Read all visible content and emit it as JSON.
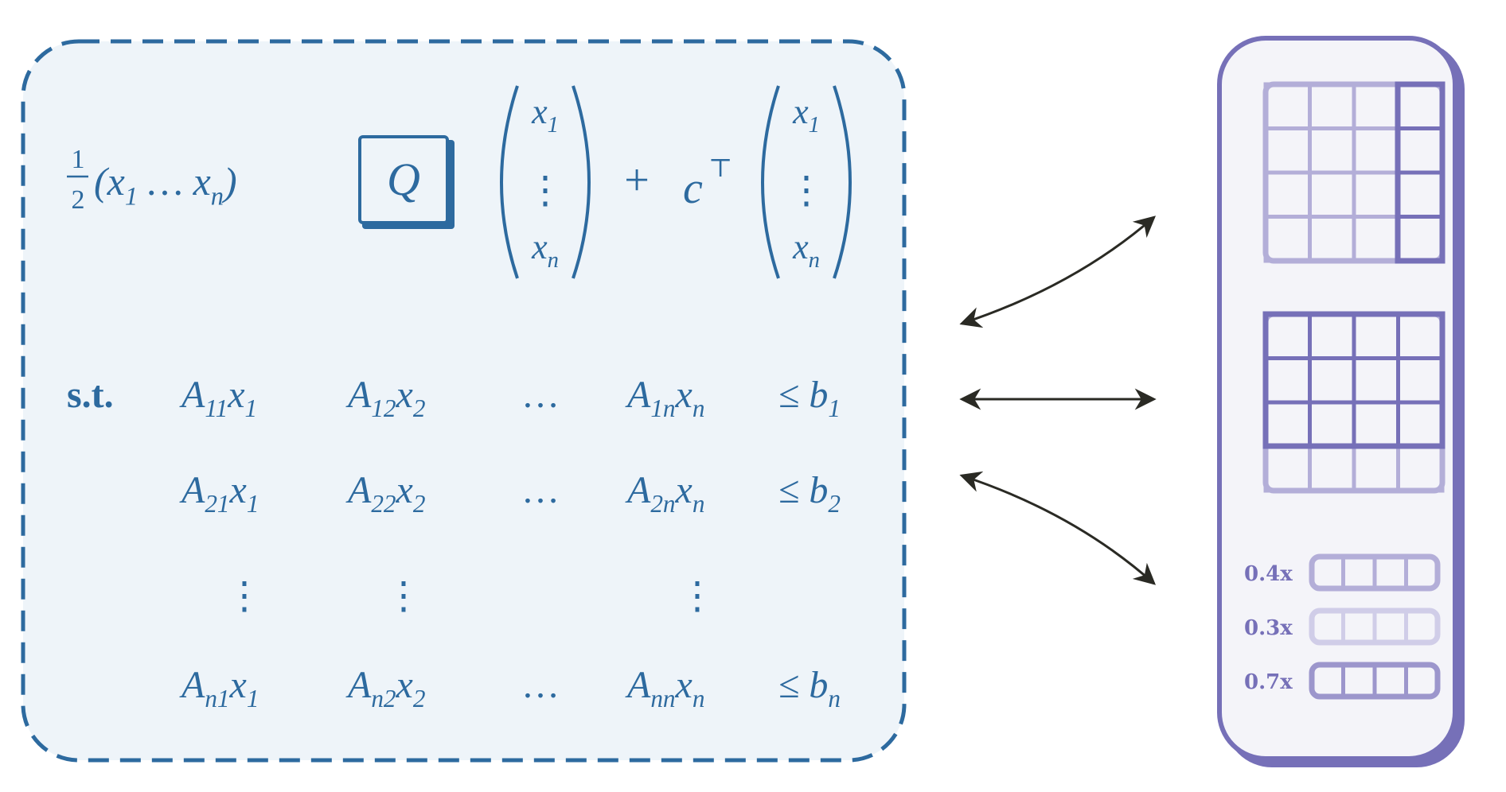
{
  "colors": {
    "blue": "#2d6a9f",
    "blue_bg": "#eef4f9",
    "purple": "#7670b8",
    "purple_light": "#b3aed8",
    "purple_lighter": "#d0cde8",
    "panel_bg": "#f4f4f9",
    "arrow": "#2a2a24"
  },
  "objective": {
    "half_num": "1",
    "half_den": "2",
    "row_vector": [
      [
        "(",
        ""
      ],
      [
        "x",
        "1"
      ],
      [
        " … ",
        ""
      ],
      [
        "x",
        "n"
      ],
      [
        ")",
        ""
      ]
    ],
    "matrix_label": "Q",
    "vec_top": [
      "x",
      "1"
    ],
    "vec_dots": "⋮",
    "vec_bottom": [
      "x",
      "n"
    ],
    "plus": "+",
    "c": "c",
    "transpose": "⊤"
  },
  "constraints": {
    "st_label": "s.t.",
    "rows": [
      {
        "terms": [
          [
            [
              "A",
              "11"
            ],
            [
              "x",
              "1"
            ]
          ],
          [
            [
              "A",
              "12"
            ],
            [
              "x",
              "2"
            ]
          ],
          [
            [
              "…",
              ""
            ]
          ],
          [
            [
              "A",
              "1n"
            ],
            [
              "x",
              "n"
            ]
          ]
        ],
        "rhs": [
          [
            "≤ ",
            ""
          ],
          [
            "b",
            "1"
          ]
        ]
      },
      {
        "terms": [
          [
            [
              "A",
              "21"
            ],
            [
              "x",
              "1"
            ]
          ],
          [
            [
              "A",
              "22"
            ],
            [
              "x",
              "2"
            ]
          ],
          [
            [
              "…",
              ""
            ]
          ],
          [
            [
              "A",
              "2n"
            ],
            [
              "x",
              "n"
            ]
          ]
        ],
        "rhs": [
          [
            "≤ ",
            ""
          ],
          [
            "b",
            "2"
          ]
        ]
      },
      {
        "terms": [
          [
            [
              "A",
              "n1"
            ],
            [
              "x",
              "1"
            ]
          ],
          [
            [
              "A",
              "n2"
            ],
            [
              "x",
              "2"
            ]
          ],
          [
            [
              "…",
              ""
            ]
          ],
          [
            [
              "A",
              "nn"
            ],
            [
              "x",
              "n"
            ]
          ]
        ],
        "rhs": [
          [
            "≤ ",
            ""
          ],
          [
            "b",
            "n"
          ]
        ]
      }
    ],
    "vdots": "⋮"
  },
  "multipliers": [
    {
      "label": "0.4x",
      "shade": "light"
    },
    {
      "label": "0.3x",
      "shade": "lighter"
    },
    {
      "label": "0.7x",
      "shade": "mid"
    }
  ]
}
